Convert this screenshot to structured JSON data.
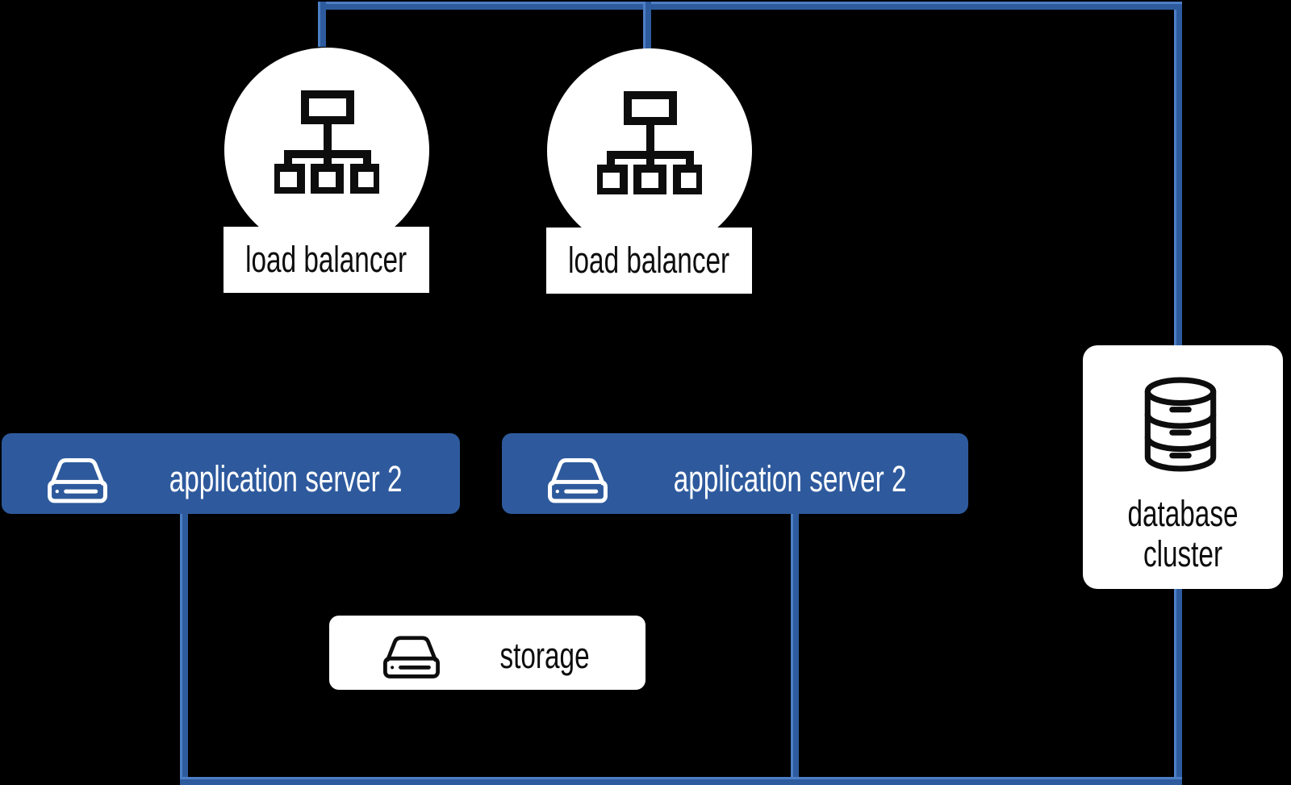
{
  "colors": {
    "background": "#000000",
    "connector": "#2d5b9e",
    "connector_highlight": "#4d7fc6",
    "node_blue": "#2e5a9d",
    "node_white": "#ffffff",
    "text_dark": "#0d0d0d",
    "text_light": "#ffffff"
  },
  "nodes": {
    "load_balancer_1": {
      "label": "load balancer",
      "icon": "sitemap-icon"
    },
    "load_balancer_2": {
      "label": "load balancer",
      "icon": "sitemap-icon"
    },
    "app_server_1": {
      "label": "application server 2",
      "icon": "drive-icon"
    },
    "app_server_2": {
      "label": "application server 2",
      "icon": "drive-icon"
    },
    "storage": {
      "label": "storage",
      "icon": "drive-icon"
    },
    "database_cluster": {
      "label_line1": "database",
      "label_line2": "cluster",
      "icon": "database-icon"
    }
  }
}
